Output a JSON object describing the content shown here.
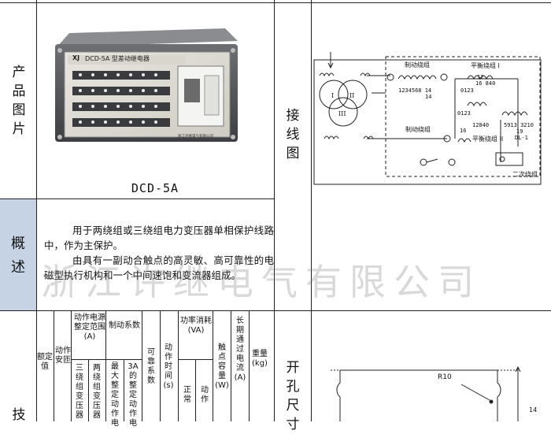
{
  "left_labels": {
    "product_image": "产品图片",
    "overview": "概述",
    "technical": "技"
  },
  "right_labels": {
    "wiring_diagram": "接线图",
    "hole_size": "开孔尺寸"
  },
  "product": {
    "caption": "DCD-5A",
    "faceplate_brand": "XJ",
    "faceplate_title": "DCD-5A 型差动继电器",
    "faceplate_maker": "浙江许继电气有限公司"
  },
  "overview": {
    "paragraph_1": "用于两绕组或三绕组电力变压器单相保护线路中，作为主保护。",
    "paragraph_2": "由具有一副动合触点的高灵敏、高可靠性的电磁型执行机构和一个中间速饱和变流器组成。"
  },
  "watermark": "浙江许继电气有限公司",
  "wiring": {
    "brake_winding_1": "制动绕组",
    "balance_winding_1": "平衡绕组 I",
    "brake_taps": "1234568 14",
    "brake_tap_14": "14",
    "balance_taps_1a": "12",
    "balance_taps_1b": "16 840",
    "balance_taps_1c": "0123",
    "brake_winding_2": "制动绕组",
    "taps_0123": "0123",
    "taps_12840": "12840",
    "taps_16": "16",
    "balance_winding_2": "平衡绕组 II",
    "taps_5913": "5913 3210",
    "taps_19": "19",
    "dl": "DL-1",
    "secondary_winding": "二次绕组",
    "roman_I": "I",
    "roman_II": "II",
    "roman_III": "III"
  },
  "tech_table": {
    "headers": {
      "rated_value": "额定值",
      "action_safety": "动作安匝",
      "current_range": "动作电源整定范围(A)",
      "brake_coefficient": "制动系数",
      "three_winding": "三绕组变压器",
      "two_winding": "两绕组变压器",
      "max_setting": "最大整定动作电",
      "setting_3a": "3A的整定动作电",
      "reliability": "可靠系数",
      "action_time": "动作时间(s)",
      "power_consumption": "功率消耗(VA)",
      "normal": "正常",
      "action": "动作",
      "contact_capacity": "触点容量(W)",
      "long_term_current": "长期通过电流(A)",
      "weight": "重量(kg)"
    }
  },
  "hole_drawing": {
    "radius_label": "R10",
    "dimension": "14"
  }
}
